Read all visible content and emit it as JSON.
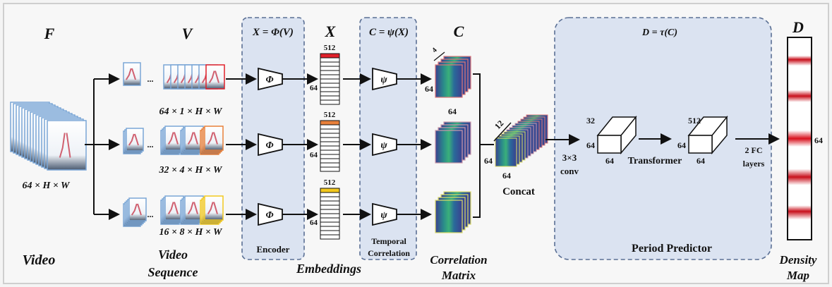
{
  "symbols": {
    "F": "F",
    "V": "V",
    "X": "X",
    "C": "C",
    "D": "D"
  },
  "video": {
    "dims": "64 × H × W",
    "label": "Video"
  },
  "sequence": {
    "rows": [
      {
        "dims": "64 × 1 × H × W",
        "accent": "#e0202a"
      },
      {
        "dims": "32 × 4 × H × W",
        "accent": "#e8803a"
      },
      {
        "dims": "16 × 8 × H × W",
        "accent": "#f2c81e"
      }
    ],
    "ellipsis": "...",
    "label_line1": "Video",
    "label_line2": "Sequence"
  },
  "encoder": {
    "formula": "X = Φ(V)",
    "symbol": "Φ",
    "label": "Encoder"
  },
  "embeddings": {
    "width_label": "512",
    "height_label": "64",
    "label": "Embeddings"
  },
  "temporal": {
    "formula": "C = ψ(X)",
    "symbol": "ψ",
    "label_line1": "Temporal",
    "label_line2": "Correlation"
  },
  "correlation": {
    "depth_label": "4",
    "height_label": "64",
    "width_label": "64",
    "label_line1": "Correlation",
    "label_line2": "Matrix"
  },
  "concat": {
    "depth_label": "12",
    "height_label": "64",
    "width_label": "64",
    "label": "Concat"
  },
  "conv": {
    "line1": "3×3",
    "line2": "conv"
  },
  "predictor": {
    "formula": "D = τ(C)",
    "label": "Period Predictor",
    "cube1": {
      "depth": "32",
      "height": "64",
      "width": "64"
    },
    "transformer": "Transformer",
    "cube2": {
      "depth": "512",
      "height": "64",
      "width": "64"
    },
    "fc_line1": "2 FC",
    "fc_line2": "layers"
  },
  "density": {
    "height_label": "64",
    "label_line1": "Density",
    "label_line2": "Map",
    "peak_color": "#c8101c"
  },
  "colors": {
    "box_fill": "#dbe3f1",
    "box_stroke": "#5a6f94"
  }
}
